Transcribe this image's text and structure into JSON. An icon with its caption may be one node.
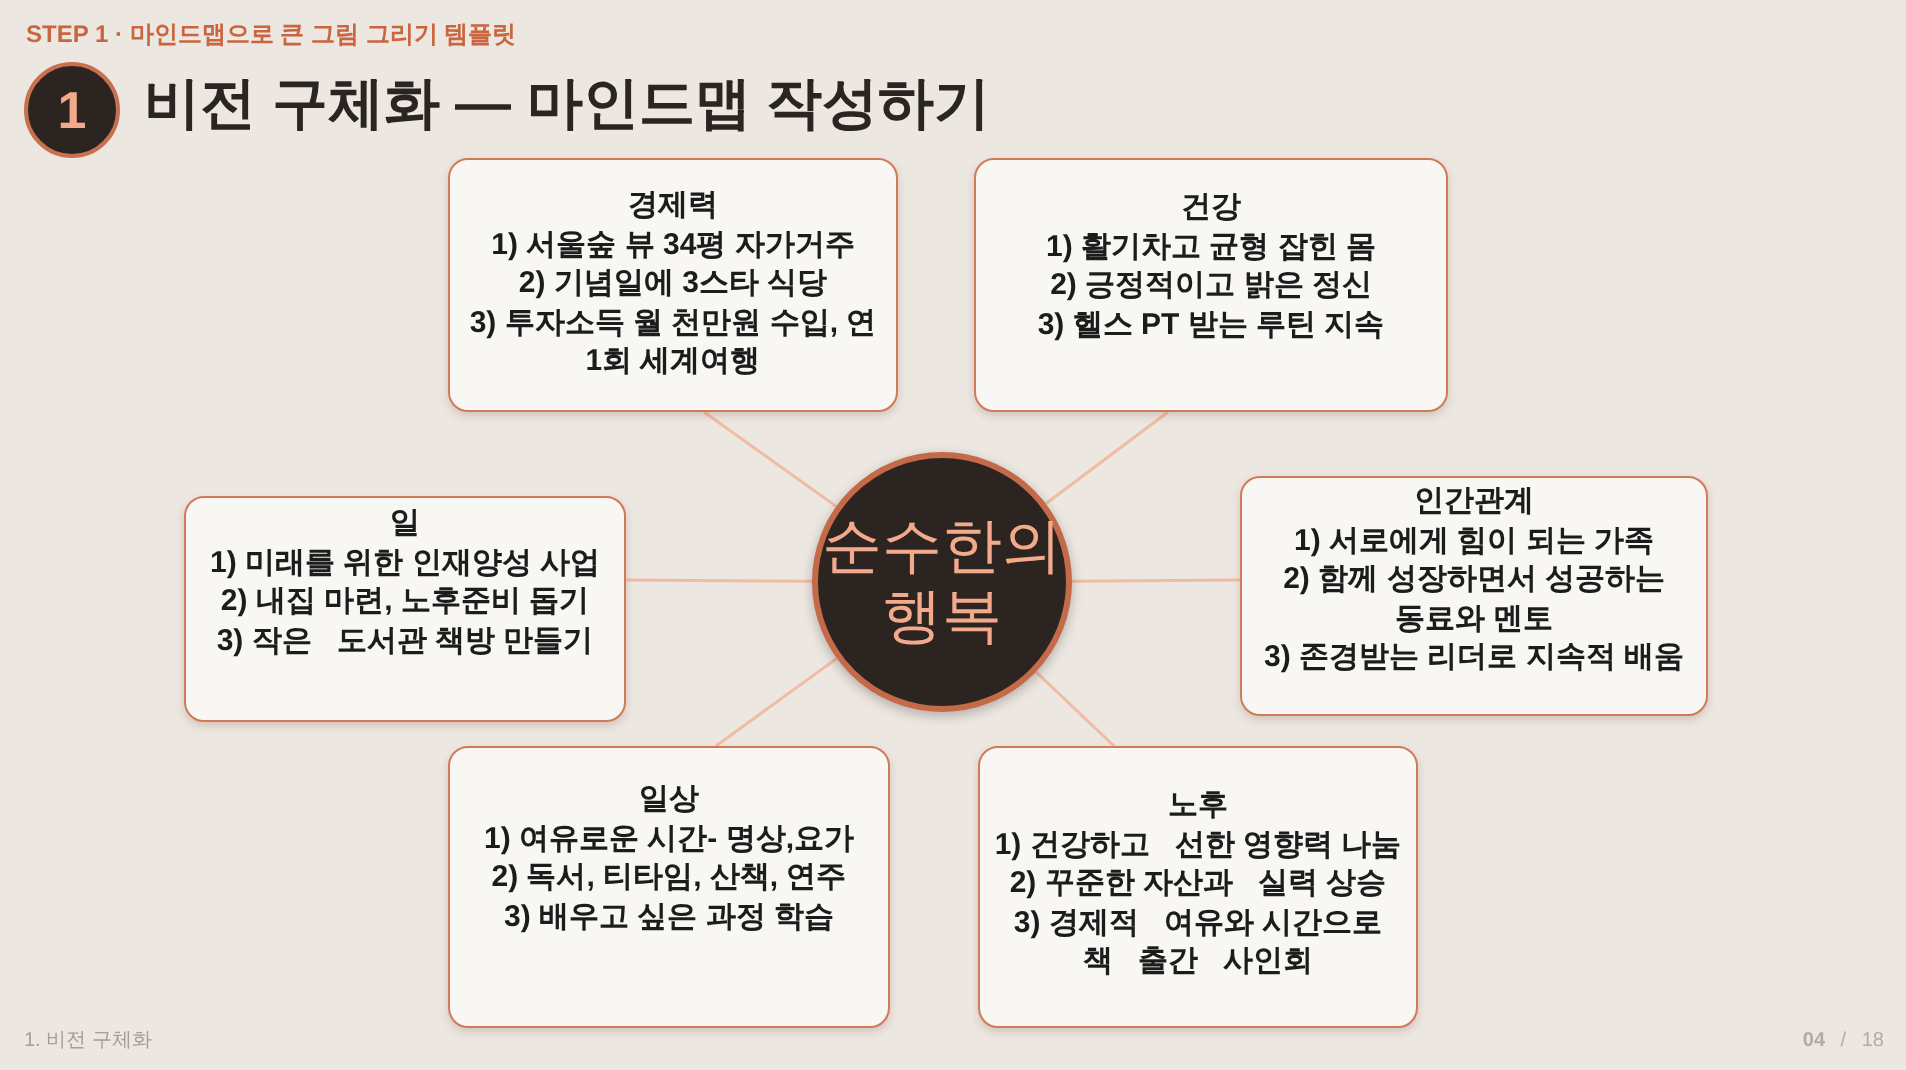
{
  "diagram": {
    "title": "비전 구체화 — 마인드맵 작성하기",
    "nodes": [
      {
        "text": [
          "1"
        ]
      },
      {
        "text": [
          "순수한의 행복"
        ]
      },
      {
        "text": [
          "경제력",
          "1) 서울숲 뷰 34평 자가거주",
          "2) 기념일에 3스타 식당",
          "3) 투자소득 월 천만원 수입, 연 1회 세계여행"
        ]
      },
      {
        "text": [
          "건강",
          "1) 활기차고 균형 잡힌 몸",
          "2) 긍정적이고 밝은 정신",
          "3) 헬스 PT 받는 루틴 지속"
        ]
      },
      {
        "text": [
          "일",
          "1) 미래를 위한 인재양성 사업",
          "2) 내집 마련, 노후준비 돕기",
          "3) 작은   도서관 책방 만들기"
        ]
      },
      {
        "text": [
          "인간관계",
          "1) 서로에게 힘이 되는 가족",
          "2) 함께 성장하면서 성공하는 동료와 멘토",
          "3) 존경받는 리더로 지속적 배움"
        ]
      },
      {
        "text": [
          "일상",
          "1) 여유로운 시간- 명상,요가",
          "2) 독서, 티타임, 산책, 연주",
          "3) 배우고 싶은 과정 학습"
        ]
      },
      {
        "text": [
          "노후",
          "1) 건강하고   선한 영향력 나눔",
          "2) 꾸준한 자산과   실력 상승",
          "3) 경제적   여유와 시간으로 책   출간   사인회"
        ]
      }
    ],
    "edges": [
      {
        "from": 1,
        "to": 2,
        "arrow": "none"
      },
      {
        "from": 1,
        "to": 3,
        "arrow": "none"
      },
      {
        "from": 1,
        "to": 4,
        "arrow": "none"
      },
      {
        "from": 1,
        "to": 5,
        "arrow": "none"
      },
      {
        "from": 1,
        "to": 6,
        "arrow": "none"
      },
      {
        "from": 1,
        "to": 7,
        "arrow": "none"
      }
    ],
    "labels": [
      "STEP 1 · 마인드맵으로 큰 그림 그리기 템플릿",
      "1. 비전 구체화",
      "**04** / 18"
    ]
  }
}
